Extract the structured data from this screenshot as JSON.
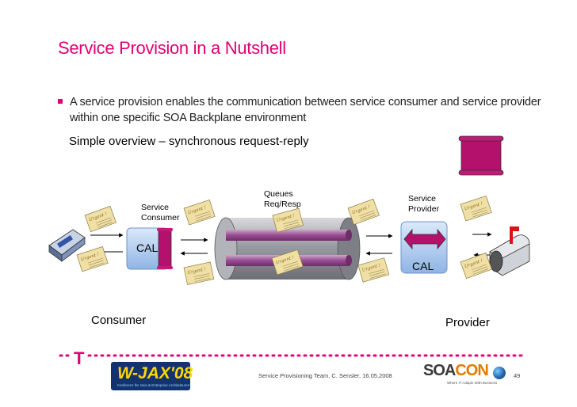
{
  "slide": {
    "title": "Service Provision in a Nutshell",
    "bullet": "A service provision enables the communication between service consumer and service provider within one specific SOA Backplane environment",
    "subhead": "Simple overview – synchronous request-reply",
    "footer": "Service Provisioning Team,  C. Sensler, 16.05.2008",
    "page_number": "49"
  },
  "diagram": {
    "service_consumer_label": "Service\nConsumer",
    "service_provider_label": "Service\nProvider",
    "queues_label": "Queues\nReq/Resp",
    "cal_consumer": "CAL",
    "cal_provider": "CAL",
    "consumer_label": "Consumer",
    "provider_label": "Provider",
    "envelope_stamp": "Urgent !"
  },
  "branding": {
    "telekom_logo": "T",
    "wjax_logo": "W-JAX'08",
    "wjax_sub": "Konferenz für Java & Enterprise Architekturen",
    "soacon_logo_a": "SOA",
    "soacon_logo_b": "CON",
    "soacon_tag": "Where IT Adapts With Business"
  },
  "colors": {
    "accent": "#e20074",
    "pipe": "#8f8f98",
    "cal_box": "#a9c9ee",
    "envelope": "#f0e0a6",
    "wjax_bg": "#13336e",
    "soacon": "#e07b00"
  }
}
